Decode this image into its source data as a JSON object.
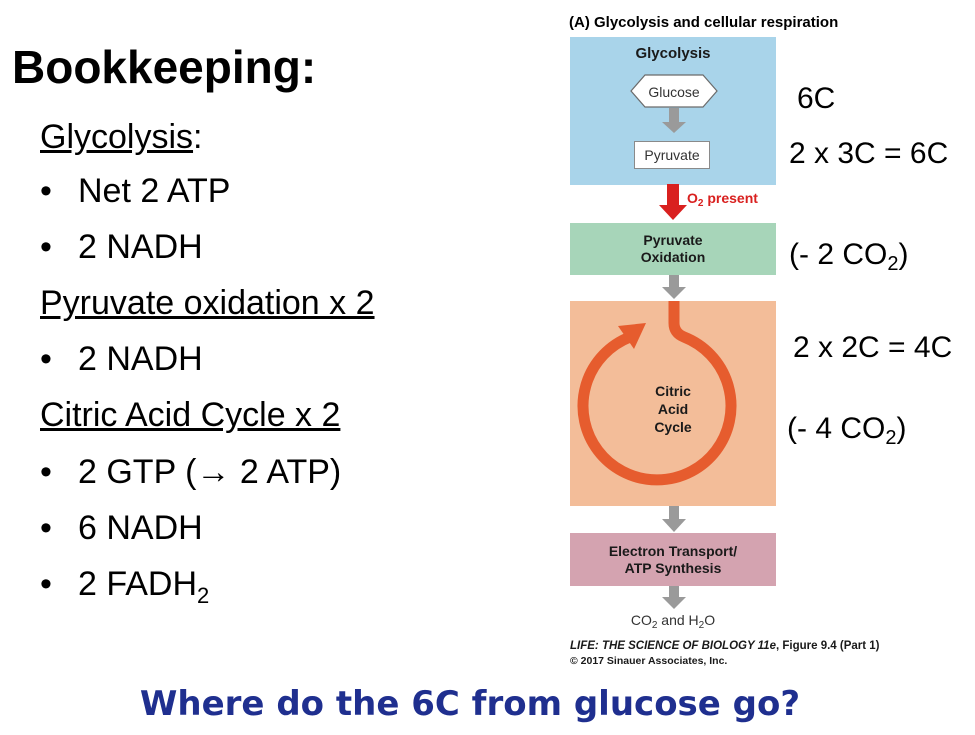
{
  "title": "Bookkeeping:",
  "sections": {
    "glycolysis": {
      "heading": "Glycolysis",
      "suffix": ":",
      "bullets": [
        "Net 2 ATP",
        "2 NADH"
      ]
    },
    "pyruvate": {
      "heading": "Pyruvate oxidation x 2",
      "bullets": [
        "2 NADH"
      ]
    },
    "citric": {
      "heading": "Citric Acid Cycle x 2",
      "bullets": [
        "2 GTP (",
        "→",
        " 2 ATP)",
        "6 NADH",
        "2 FADH",
        "2"
      ]
    }
  },
  "bullet_symbol": "•",
  "figure": {
    "header": "(A) Glycolysis and cellular respiration",
    "glycolysis_label": "Glycolysis",
    "glucose": "Glucose",
    "pyruvate": "Pyruvate",
    "o2_present": "O",
    "o2_sub": "2",
    "o2_rest": " present",
    "pyruvate_oxidation": [
      "Pyruvate",
      "Oxidation"
    ],
    "citric_cycle": [
      "Citric",
      "Acid",
      "Cycle"
    ],
    "etc": [
      "Electron Transport/",
      "ATP Synthesis"
    ],
    "products": {
      "co": "CO",
      "sub1": "2",
      "and": " and H",
      "sub2": "2",
      "o": "O"
    },
    "caption1_italic": "LIFE: THE SCIENCE OF BIOLOGY 11e",
    "caption1_rest": ", Figure 9.4 (Part 1)",
    "caption2": "© 2017 Sinauer Associates, Inc.",
    "colors": {
      "blue": "#a9d4ea",
      "green": "#a7d5b9",
      "orange": "#f3bd99",
      "pink": "#d4a3b0",
      "cycle": "#e65c2e",
      "red_arrow": "#d9201f",
      "grey_arrow": "#9a9a9a"
    }
  },
  "notes": {
    "n1": "6C",
    "n2": "2 x 3C = 6C",
    "n3_pre": "(- 2 CO",
    "n3_sub": "2",
    "n3_post": ")",
    "n4": "2 x 2C = 4C",
    "n5_pre": "(- 4 CO",
    "n5_sub": "2",
    "n5_post": ")"
  },
  "question": "Where do the 6C from glucose go?"
}
